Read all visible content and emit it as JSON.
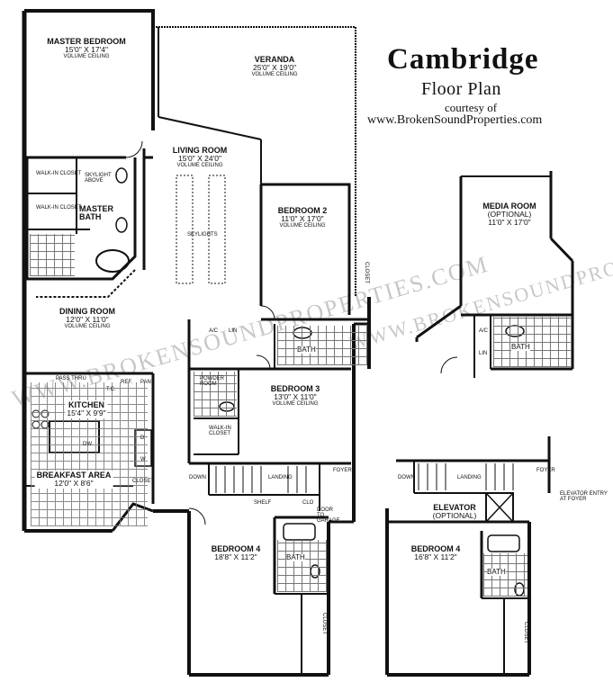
{
  "title": {
    "name": "Cambridge",
    "subtitle": "Floor Plan",
    "courtesy": "courtesy of",
    "website": "www.BrokenSoundProperties.com"
  },
  "watermark": "WWW.BROKENSOUNDPROPERTIES.COM",
  "rooms": {
    "master_bedroom": {
      "name": "MASTER BEDROOM",
      "dims": "15'0\" X 17'4\"",
      "ceiling": "VOLUME CEILING"
    },
    "veranda": {
      "name": "VERANDA",
      "dims": "25'0\" X 19'0\"",
      "ceiling": "VOLUME CEILING"
    },
    "living_room": {
      "name": "LIVING ROOM",
      "dims": "15'0\" X 24'0\"",
      "ceiling": "VOLUME CEILING"
    },
    "bedroom2": {
      "name": "BEDROOM 2",
      "dims": "11'0\" X 17'0\"",
      "ceiling": "VOLUME CEILING"
    },
    "dining_room": {
      "name": "DINING ROOM",
      "dims": "12'0\" X 11'0\"",
      "ceiling": "VOLUME CEILING"
    },
    "kitchen": {
      "name": "KITCHEN",
      "dims": "15'4\" X 9'9\""
    },
    "breakfast": {
      "name": "BREAKFAST AREA",
      "dims": "12'0\" X 8'6\""
    },
    "bedroom3": {
      "name": "BEDROOM 3",
      "dims": "13'0\" X 11'0\"",
      "ceiling": "VOLUME CEILING"
    },
    "bedroom4": {
      "name": "BEDROOM 4",
      "dims": "18'8\" X 11'2\""
    },
    "bedroom4_alt": {
      "name": "BEDROOM 4",
      "dims": "16'8\" X 11'2\""
    },
    "media_room": {
      "name": "MEDIA ROOM",
      "optional": "(OPTIONAL)",
      "dims": "11'0\" X 17'0\""
    },
    "elevator": {
      "name": "ELEVATOR",
      "optional": "(OPTIONAL)"
    }
  },
  "labels": {
    "walkin_closet": "WALK-IN CLOSET",
    "skylight_above": "SKYLIGHT ABOVE",
    "master_bath": "MASTER BATH",
    "skylights": "SKYLIGHTS",
    "ac": "A/C",
    "lin": "LIN",
    "bath": "BATH",
    "closet": "CLOSET",
    "pass_thru": "PASS THRU",
    "ref": "REF.",
    "pan": "PAN",
    "tc": "T.C.",
    "dw": "DW",
    "d": "D",
    "w": "W",
    "powder_room": "POWDER ROOM",
    "down": "DOWN",
    "landing": "LANDING",
    "shelf": "SHELF",
    "clo": "CLO",
    "door_to_garage": "DOOR TO GARAGE",
    "foyer": "FOYER",
    "elevator_entry": "ELEVATOR ENTRY AT FOYER"
  }
}
